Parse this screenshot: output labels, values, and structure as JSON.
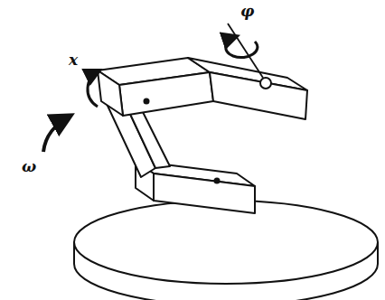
{
  "diagram": {
    "labels": [
      "ω",
      "x",
      "φ"
    ]
  }
}
